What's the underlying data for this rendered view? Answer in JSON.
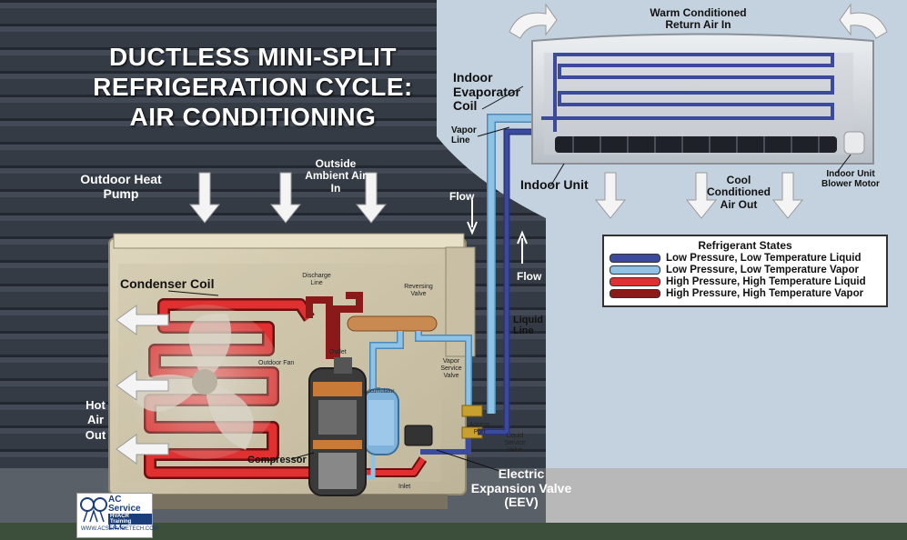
{
  "title_lines": [
    "DUCTLESS MINI-SPLIT",
    "REFRIGERATION CYCLE:",
    "AIR CONDITIONING"
  ],
  "labels": {
    "warm_return": "Warm Conditioned Return Air In",
    "indoor_evaporator_coil": "Indoor Evaporator Coil",
    "vapor_line": "Vapor Line",
    "indoor_unit": "Indoor Unit",
    "cool_air_out": "Cool Conditioned Air Out",
    "blower_motor": "Indoor Unit Blower Motor",
    "outdoor_heat_pump": "Outdoor Heat Pump",
    "outside_air_in": "Outside Ambient Air In",
    "flow_down": "Flow",
    "flow_up": "Flow",
    "liquid_line": "Liquid Line",
    "condenser_coil": "Condenser Coil",
    "discharge_line": "Discharge Line",
    "reversing_valve": "Reversing Valve",
    "outlet": "Outlet",
    "outdoor_fan": "Outdoor Fan",
    "accumulator": "Accumulator",
    "vapor_service_valve": "Vapor Service Valve",
    "access_port": "Access Port",
    "liquid_service_valve": "Liquid Service Valve",
    "hot_air_out": "Hot Air Out",
    "compressor": "Compressor",
    "inlet": "Inlet",
    "eev": "Electric Expansion Valve (EEV)"
  },
  "legend": {
    "title": "Refrigerant States",
    "items": [
      {
        "label": "Low Pressure, Low Temperature Liquid",
        "color": "#3b4a9c"
      },
      {
        "label": "Low Pressure, Low Temperature Vapor",
        "color": "#8fc3e6"
      },
      {
        "label": "High Pressure, High Temperature Liquid",
        "color": "#e03030"
      },
      {
        "label": "High Pressure, High Temperature Vapor",
        "color": "#8a1a1a"
      }
    ]
  },
  "logo": {
    "name": "AC Service Tech LLC",
    "tagline": "HVACR Training",
    "url": "WWW.ACSERVICETECH.COM"
  },
  "colors": {
    "siding": "#2e343c",
    "sky": "#c3d2de",
    "low_liquid": "#3b4a9c",
    "low_vapor": "#8fc3e6",
    "high_liquid": "#e03030",
    "high_vapor": "#8a1a1a"
  }
}
